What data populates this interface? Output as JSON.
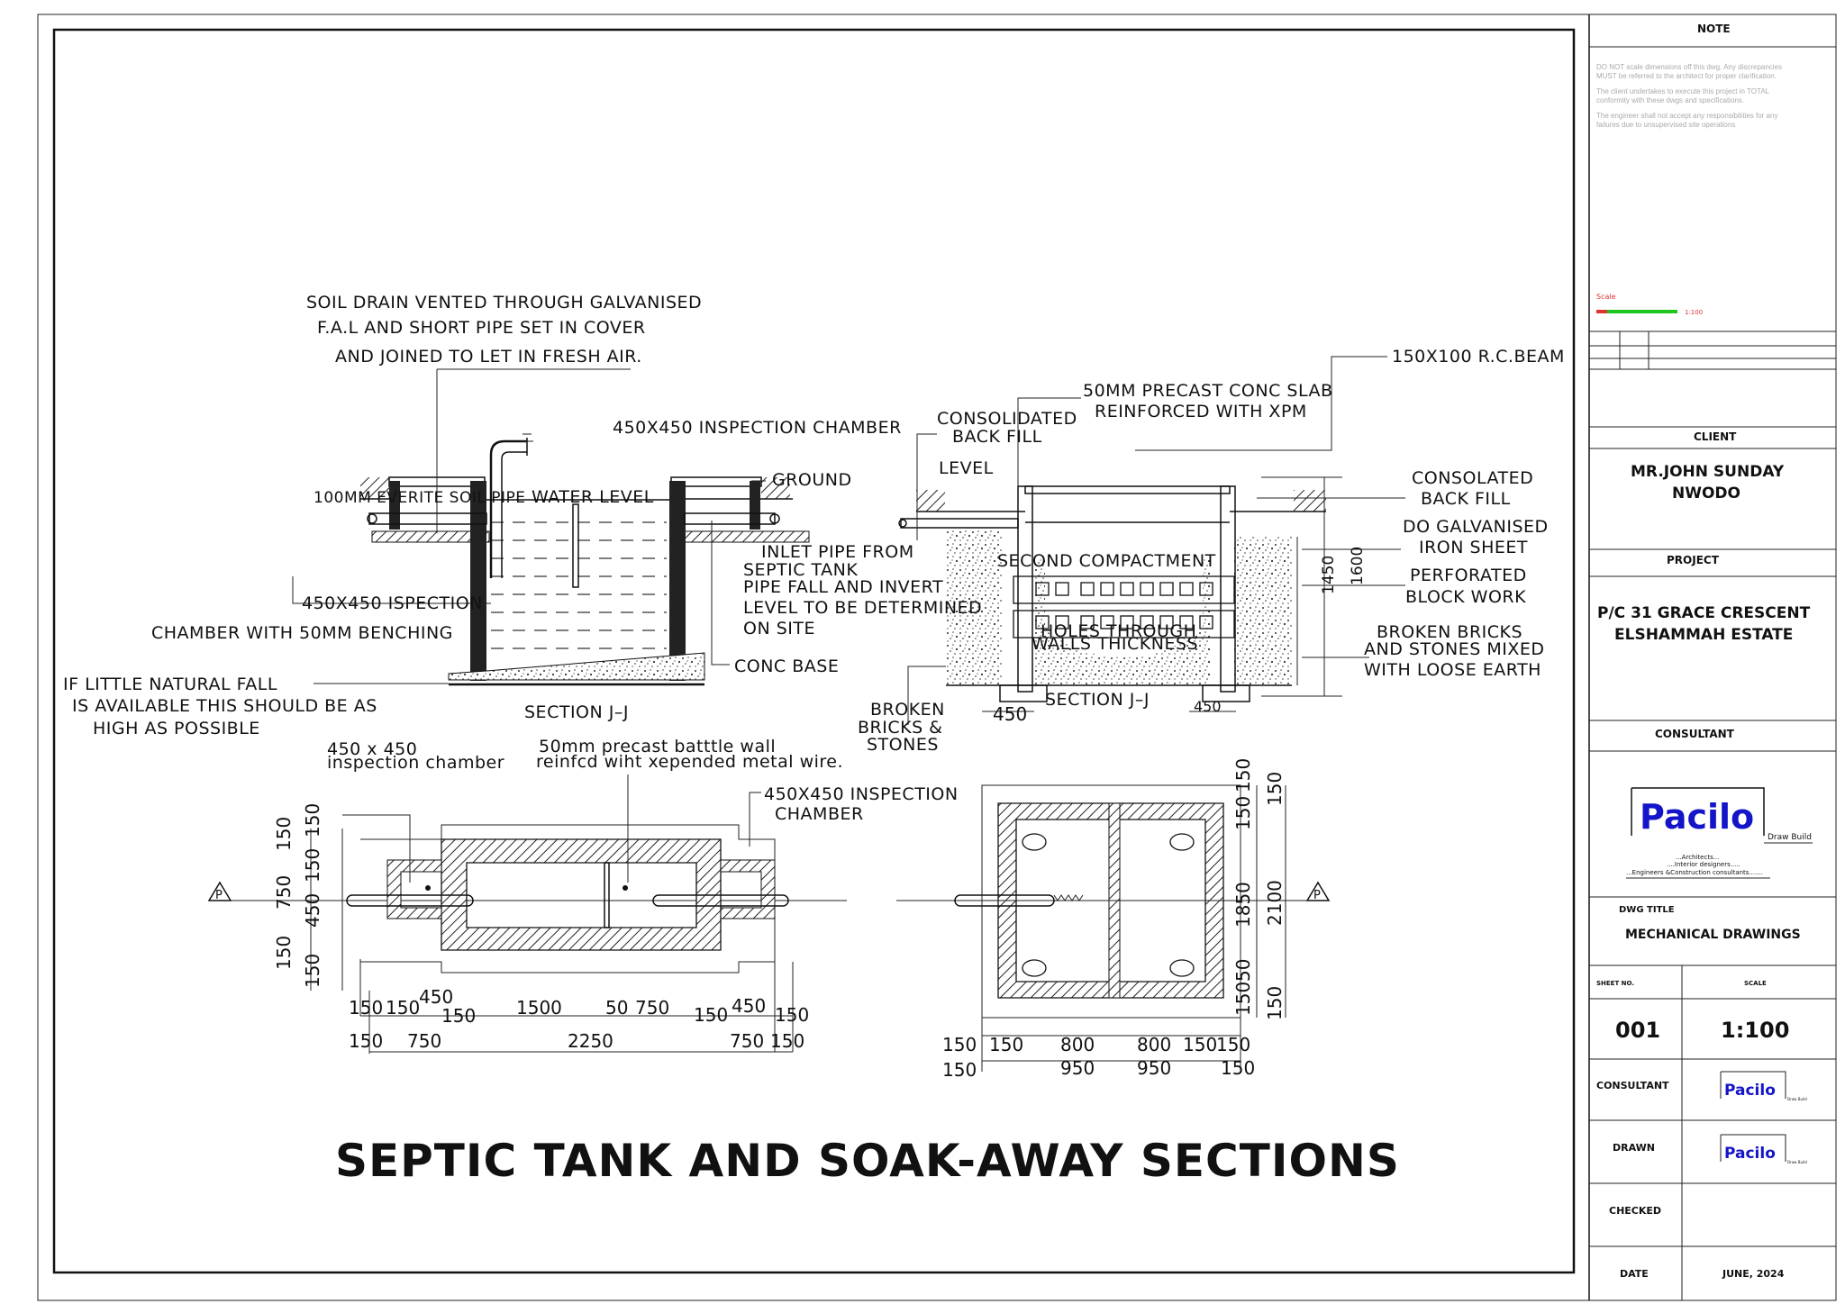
{
  "drawing": {
    "main_title": "SEPTIC TANK AND SOAK-AWAY SECTIONS",
    "septic_section": {
      "label_soil_drain_1": "SOIL DRAIN VENTED THROUGH GALVANISED",
      "label_soil_drain_2": "F.A.L AND SHORT PIPE SET IN COVER",
      "label_soil_drain_3": "AND JOINED TO LET IN FRESH AIR.",
      "label_inspection": "450X450 INSPECTION CHAMBER",
      "label_ground": "GROUND",
      "label_pipe": "100MM EVERITE SOIL PIPE",
      "label_water": "WATER LEVEL",
      "label_ispection_1": "450X450 ISPECTION",
      "label_ispection_2": "CHAMBER WITH 50MM BENCHING",
      "label_fall_1": "IF LITTLE NATURAL FALL",
      "label_fall_2": "IS AVAILABLE THIS SHOULD BE AS",
      "label_fall_3": "HIGH AS POSSIBLE",
      "label_conc_base": "CONC BASE",
      "label_section": "SECTION J–J"
    },
    "soak_section": {
      "label_consolidated_1": "CONSOLIDATED",
      "label_consolidated_2": "BACK FILL",
      "label_level": "LEVEL",
      "label_slab_1": "50MM PRECAST CONC SLAB",
      "label_slab_2": "REINFORCED WITH XPM",
      "label_beam": "150X100 R.C.BEAM",
      "label_consolated_1": "CONSOLATED",
      "label_consolated_2": "BACK FILL",
      "label_galv_1": "DO GALVANISED",
      "label_galv_2": "IRON SHEET",
      "label_inlet_1": "INLET PIPE FROM",
      "label_inlet_2": "SEPTIC TANK",
      "label_inlet_3": "PIPE FALL AND INVERT",
      "label_inlet_4": "LEVEL TO BE DETERMINED",
      "label_inlet_5": "ON SITE",
      "label_second": "SECOND COMPACTMENT",
      "label_holes_1": "HOLES THROUGH",
      "label_holes_2": "WALLS THICKNESS",
      "label_perforated_1": "PERFORATED",
      "label_perforated_2": "BLOCK WORK",
      "label_broken_r_1": "BROKEN BRICKS",
      "label_broken_r_2": "AND STONES MIXED",
      "label_broken_r_3": "WITH LOOSE EARTH",
      "label_broken_l_1": "BROKEN",
      "label_broken_l_2": "BRICKS &",
      "label_broken_l_3": "STONES",
      "label_section": "SECTION J–J",
      "dim_1450": "1450",
      "dim_1600": "1600",
      "dim_450a": "450",
      "dim_450b": "450"
    },
    "septic_plan": {
      "label_chamber_1": "450 x 450",
      "label_chamber_2": "inspection chamber",
      "label_wall_1": "50mm precast batttle wall",
      "label_wall_2": "reinfcd wiht xepended metal wire.",
      "label_chamber_r_1": "450X450 INSPECTION",
      "label_chamber_r_2": "CHAMBER",
      "marker": "P",
      "v_dims": [
        "150",
        "150",
        "150",
        "750",
        "450",
        "150",
        "150"
      ],
      "h_dims_row1": [
        "150",
        "150",
        "450",
        "150",
        "1500",
        "50",
        "750",
        "150",
        "450",
        "150"
      ],
      "h_dims_row2": [
        "150",
        "750",
        "2250",
        "750",
        "150"
      ]
    },
    "soak_plan": {
      "marker": "P",
      "v_dims_a": [
        "150",
        "150",
        "1850",
        "50",
        "150"
      ],
      "v_dims_b": [
        "150",
        "2100",
        "150"
      ],
      "h_dims_row1": [
        "150",
        "150",
        "800",
        "800",
        "150",
        "150"
      ],
      "h_dims_row2": [
        "150",
        "950",
        "950",
        "150"
      ]
    }
  },
  "title_block": {
    "note_head": "NOTE",
    "note_1": "DO NOT scale dimensions off this dwg. Any discrepancies MUST be referred to the architect for proper clarification.",
    "note_2": "The client undertakes to execute this project in TOTAL conformity with these dwgs and specifications.",
    "note_3": "The engineer shall not accept any responsibilities for any failures due to unsupervised site operations",
    "scale_label": "Scale",
    "scale_ratio": "1:100",
    "client_head": "CLIENT",
    "client_1": "MR.JOHN SUNDAY",
    "client_2": "NWODO",
    "project_head": "PROJECT",
    "project_1": "P/C 31 GRACE CRESCENT",
    "project_2": "ELSHAMMAH ESTATE",
    "consultant_head": "CONSULTANT",
    "logo_text": "Pacilo",
    "logo_sub": "Draw Build",
    "logo_line_1": "...Architects...",
    "logo_line_2": "....Interior designers.....",
    "logo_line_3": "...Engineers &Construction consultants.......",
    "dwg_title_head": "DWG TITLE",
    "dwg_title": "MECHANICAL DRAWINGS",
    "sheet_head": "SHEET NO.",
    "scale_head": "SCALE",
    "sheet_no": "001",
    "scale": "1:100",
    "consultant_row": "CONSULTANT",
    "drawn_row": "DRAWN",
    "checked_row": "CHECKED",
    "date_row": "DATE",
    "date": "JUNE, 2024"
  }
}
